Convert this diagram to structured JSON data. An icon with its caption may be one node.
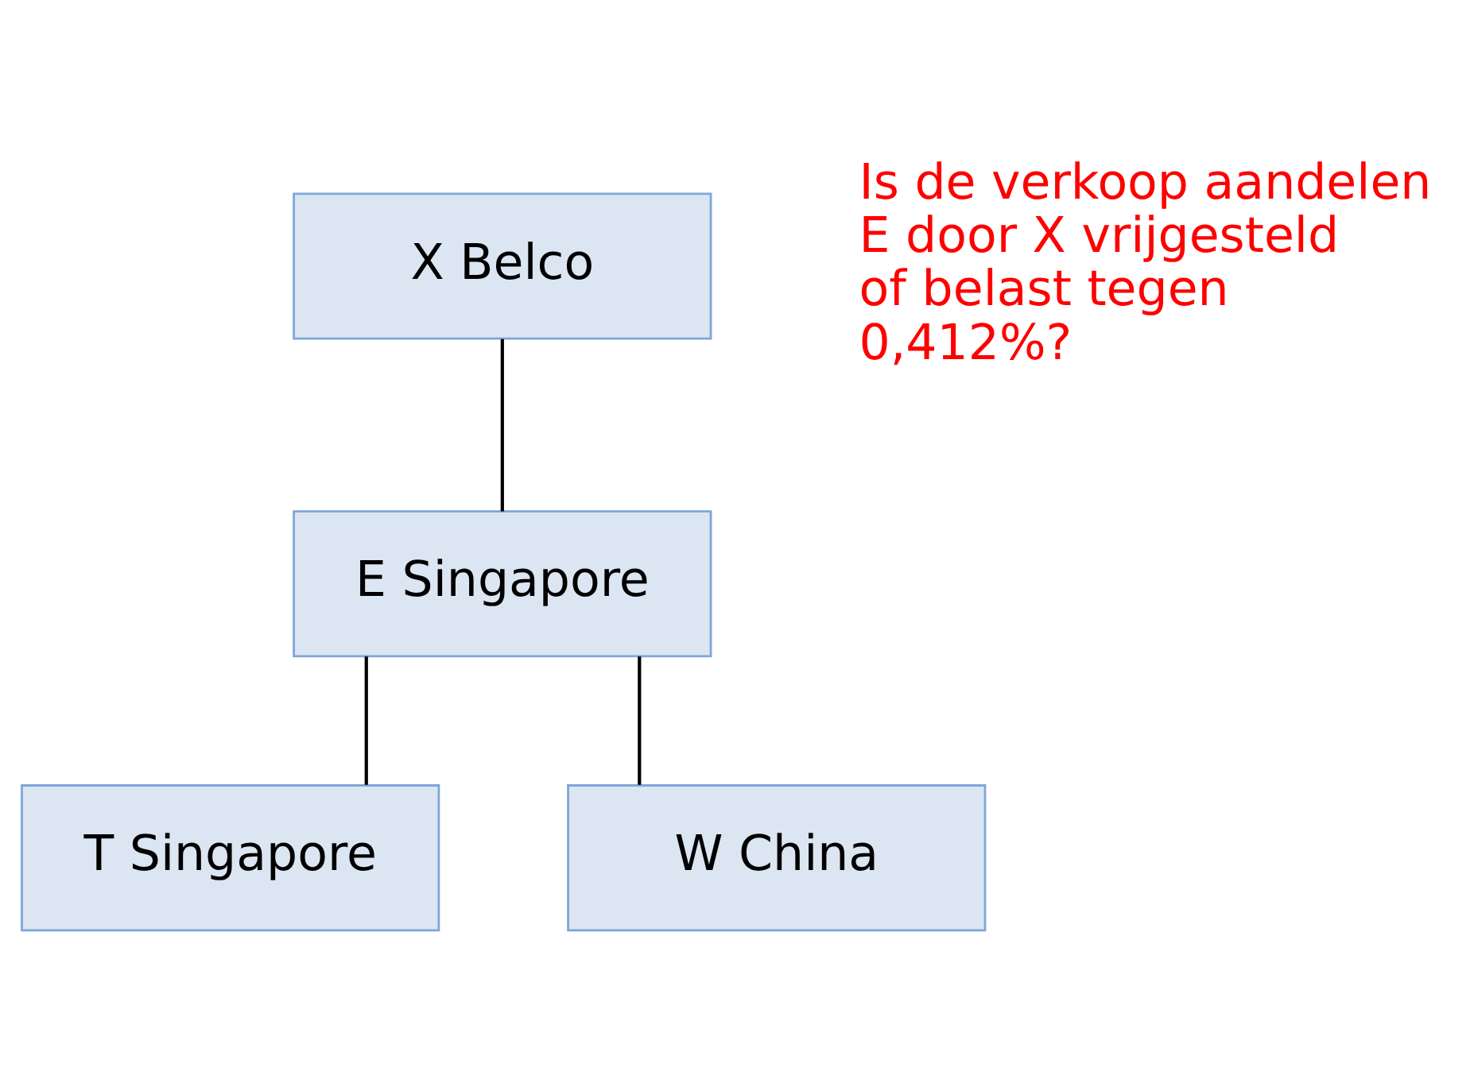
{
  "diagram": {
    "nodes": [
      {
        "text": [
          "X Belco"
        ]
      },
      {
        "text": [
          "E Singapore"
        ]
      },
      {
        "text": [
          "T Singapore"
        ]
      },
      {
        "text": [
          "W China"
        ]
      }
    ],
    "edges": [
      {
        "from": 0,
        "to": 1,
        "arrow": "none"
      },
      {
        "from": 1,
        "to": 2,
        "arrow": "none"
      },
      {
        "from": 1,
        "to": 3,
        "arrow": "none"
      }
    ],
    "labels": [
      "Is de verkoop aandelen E door X vrijgesteld of belast tegen 0,412%?"
    ]
  }
}
